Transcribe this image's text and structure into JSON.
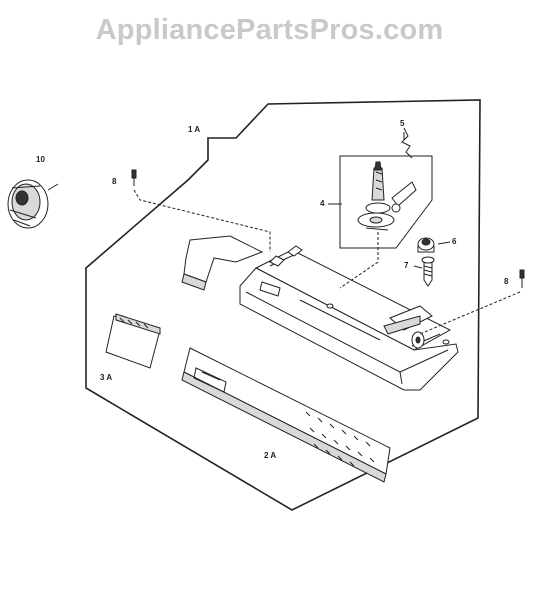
{
  "watermark": "AppliancePartsPros.com",
  "labels": {
    "l1a": "1 A",
    "l2a": "2 A",
    "l3a": "3 A",
    "l4": "4",
    "l5": "5",
    "l6": "6",
    "l7": "7",
    "l8a": "8",
    "l8b": "8",
    "l10": "10"
  },
  "colors": {
    "line": "#222222",
    "watermark": "#c9c9c9",
    "background": "#ffffff"
  }
}
